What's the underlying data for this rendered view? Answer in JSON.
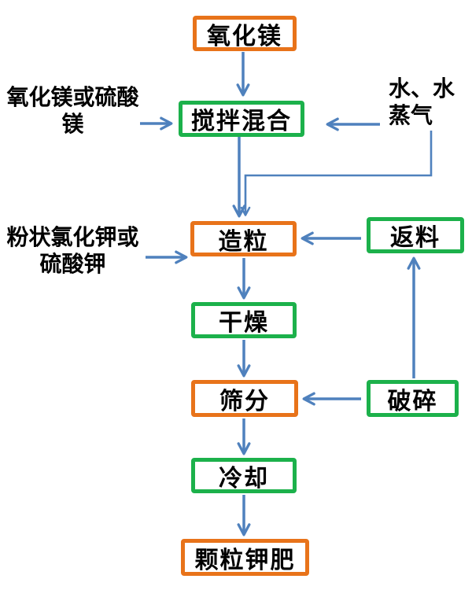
{
  "nodes": {
    "oxide": {
      "label": "氧化镁"
    },
    "mix": {
      "label": "搅拌混合"
    },
    "granulate": {
      "label": "造粒"
    },
    "return_material": {
      "label": "返料"
    },
    "dry": {
      "label": "干燥"
    },
    "sieve": {
      "label": "筛分"
    },
    "crush": {
      "label": "破碎"
    },
    "cool": {
      "label": "冷却"
    },
    "product": {
      "label": "颗粒钾肥"
    }
  },
  "inputs": {
    "magnesium": {
      "text": "氧化镁或硫酸\n镁"
    },
    "water": {
      "text": "水、水\n蒸气"
    },
    "potassium": {
      "text": "粉状氯化钾或\n硫酸钾"
    }
  },
  "colors": {
    "box_orange": "#E8731A",
    "box_green": "#1CB14B",
    "arrow_blue": "#4F81BD",
    "text": "#000000",
    "background": "#FFFFFF"
  }
}
